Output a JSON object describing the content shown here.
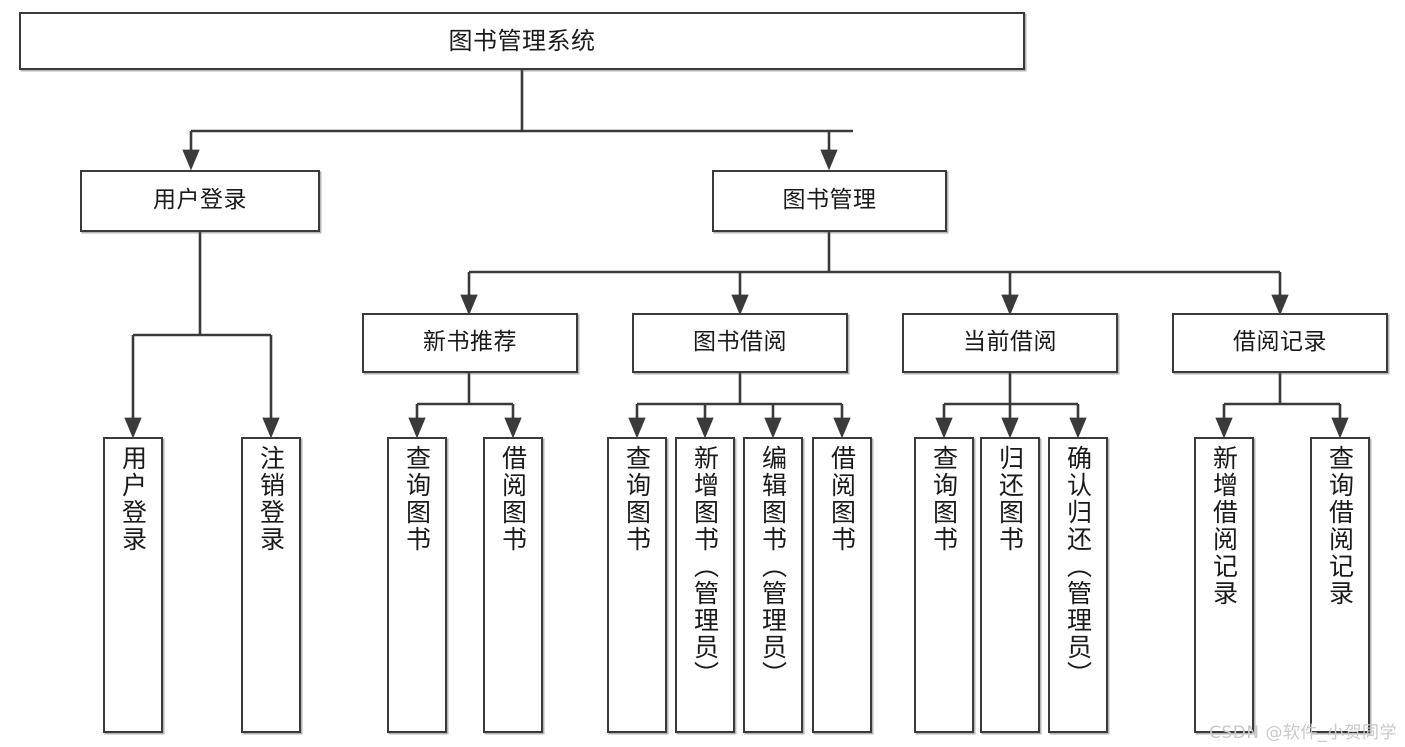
{
  "diagram": {
    "title": "图书管理系统",
    "type": "hierarchy-tree",
    "root": {
      "label": "图书管理系统"
    },
    "level1": [
      {
        "label": "用户登录"
      },
      {
        "label": "图书管理"
      }
    ],
    "level2": [
      {
        "label": "新书推荐"
      },
      {
        "label": "图书借阅"
      },
      {
        "label": "当前借阅"
      },
      {
        "label": "借阅记录"
      }
    ],
    "leaves": {
      "user_login": [
        {
          "label": "用户登录"
        },
        {
          "label": "注销登录"
        }
      ],
      "new_book_recommend": [
        {
          "label": "查询图书"
        },
        {
          "label": "借阅图书"
        }
      ],
      "book_borrow": [
        {
          "label": "查询图书"
        },
        {
          "label": "新增图书（管理员）"
        },
        {
          "label": "编辑图书（管理员）"
        },
        {
          "label": "借阅图书"
        }
      ],
      "current_borrow": [
        {
          "label": "查询图书"
        },
        {
          "label": "归还图书"
        },
        {
          "label": "确认归还（管理员）"
        }
      ],
      "borrow_record": [
        {
          "label": "新增借阅记录"
        },
        {
          "label": "查询借阅记录"
        }
      ]
    }
  },
  "watermark": {
    "text": "CSDN @软件_小贺同学"
  },
  "colors": {
    "border": "#3a3a3a",
    "background": "#ffffff",
    "text": "#1a1a1a",
    "watermark": "#c9c9c9"
  }
}
